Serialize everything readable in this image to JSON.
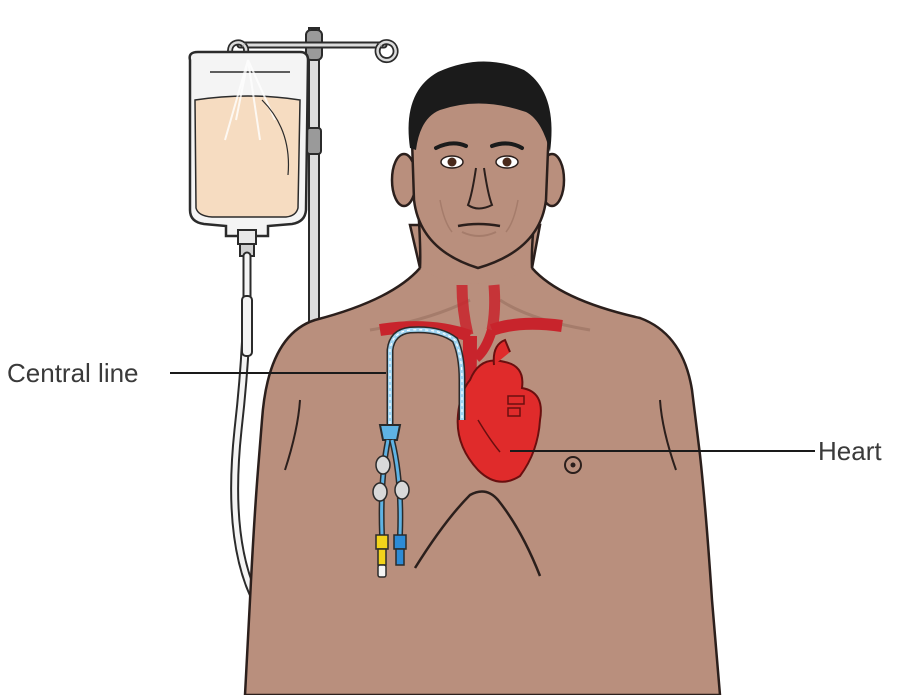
{
  "labels": {
    "central_line": "Central line",
    "heart": "Heart"
  },
  "colors": {
    "skin": "#b98f7d",
    "skin_shadow": "#a57c6b",
    "hair": "#1b1b1b",
    "outline": "#2b1f1c",
    "iv_fluid": "#f6dcc1",
    "iv_bag": "#f4f4f4",
    "pole": "#dcdcdc",
    "vessel": "#c8242c",
    "heart": "#e02b2b",
    "catheter": "#5fb3e4",
    "connector_yellow": "#f2d31b",
    "connector_blue": "#2d8bd6",
    "label_text": "#3a3a3a"
  },
  "icons": [
    "iv-bag-icon",
    "iv-pole-icon",
    "heart-icon",
    "catheter-icon",
    "person-figure"
  ]
}
